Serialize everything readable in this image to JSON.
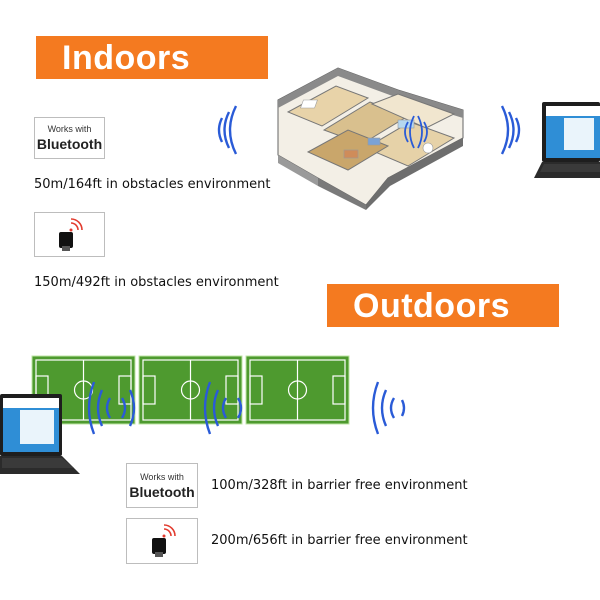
{
  "indoors": {
    "title": "Indoors",
    "bluetooth_badge": {
      "small_text": "Works with",
      "big_text": "Bluetooth"
    },
    "bluetooth_range": "50m/164ft in obstacles environment",
    "dongle_range": "150m/492ft in obstacles environment"
  },
  "outdoors": {
    "title": "Outdoors",
    "bluetooth_badge": {
      "small_text": "Works with",
      "big_text": "Bluetooth"
    },
    "bluetooth_range": "100m/328ft in barrier free environment",
    "dongle_range": "200m/656ft in barrier free environment"
  },
  "colors": {
    "banner": "#f47a20",
    "signal": "#2a5bd7",
    "grass": "#4e9a2f",
    "signal_red": "#e23b2e"
  },
  "icons": [
    "wifi-signal-icon",
    "laptop-icon",
    "usb-dongle-icon",
    "soccer-field-icon",
    "floor-plan-icon"
  ]
}
